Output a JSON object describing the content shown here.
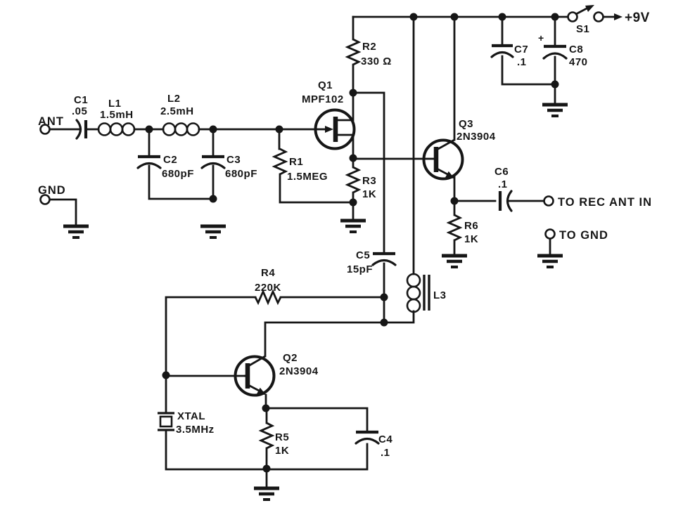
{
  "colors": {
    "ink": "#161616",
    "paper": "#ffffff"
  },
  "terminals": {
    "ant": "ANT",
    "gnd": "GND",
    "supply": "+9V",
    "to_rec_ant_in": "TO REC ANT IN",
    "to_gnd": "TO GND"
  },
  "switch": {
    "ref": "S1"
  },
  "components": {
    "c1": {
      "ref": "C1",
      "value": ".05"
    },
    "l1": {
      "ref": "L1",
      "value": "1.5mH"
    },
    "l2": {
      "ref": "L2",
      "value": "2.5mH"
    },
    "c2": {
      "ref": "C2",
      "value": "680pF"
    },
    "c3": {
      "ref": "C3",
      "value": "680pF"
    },
    "r1": {
      "ref": "R1",
      "value": "1.5MEG"
    },
    "q1": {
      "ref": "Q1",
      "value": "MPF102"
    },
    "r2": {
      "ref": "R2",
      "value": "330 Ω"
    },
    "r3": {
      "ref": "R3",
      "value": "1K"
    },
    "q3": {
      "ref": "Q3",
      "value": "2N3904"
    },
    "c5": {
      "ref": "C5",
      "value": "15pF"
    },
    "c6": {
      "ref": "C6",
      "value": ".1"
    },
    "r6": {
      "ref": "R6",
      "value": "1K"
    },
    "c7": {
      "ref": "C7",
      "value": ".1"
    },
    "c8": {
      "ref": "C8",
      "value": "470",
      "polarity": "+"
    },
    "l3": {
      "ref": "L3"
    },
    "r4": {
      "ref": "R4",
      "value": "220K"
    },
    "q2": {
      "ref": "Q2",
      "value": "2N3904"
    },
    "xtal": {
      "ref": "XTAL",
      "value": "3.5MHz"
    },
    "r5": {
      "ref": "R5",
      "value": "1K"
    },
    "c4": {
      "ref": "C4",
      "value": ".1"
    }
  }
}
